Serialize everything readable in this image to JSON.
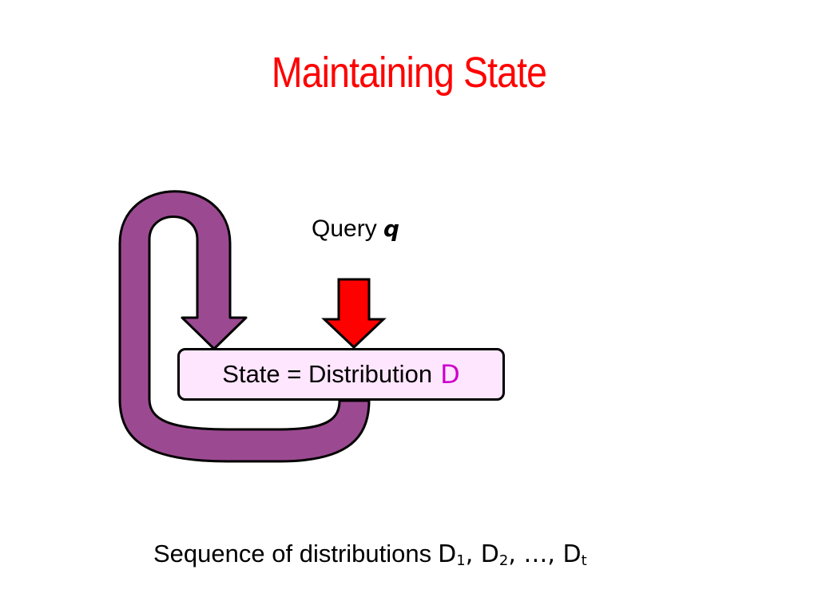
{
  "slide": {
    "title": "Maintaining State"
  },
  "diagram": {
    "query_label": "Query",
    "query_var": "q",
    "state_label": "State = Distribution",
    "state_var": "D",
    "sequence_label": "Sequence of distributions",
    "sequence_items": [
      {
        "base": "D",
        "sub": "1",
        "sep": ", "
      },
      {
        "base": "D",
        "sub": "2",
        "sep": ", …, "
      },
      {
        "base": "D",
        "sub": "t",
        "sep": ""
      }
    ]
  },
  "colors": {
    "title": "#ff0000",
    "loop_arrow": "#9b4a91",
    "query_arrow": "#ff0000",
    "state_box_fill": "#ffe6ff",
    "state_var": "#cc00cc"
  },
  "icons": {
    "loop": "feedback-loop-arrow-icon",
    "query": "down-arrow-icon"
  }
}
